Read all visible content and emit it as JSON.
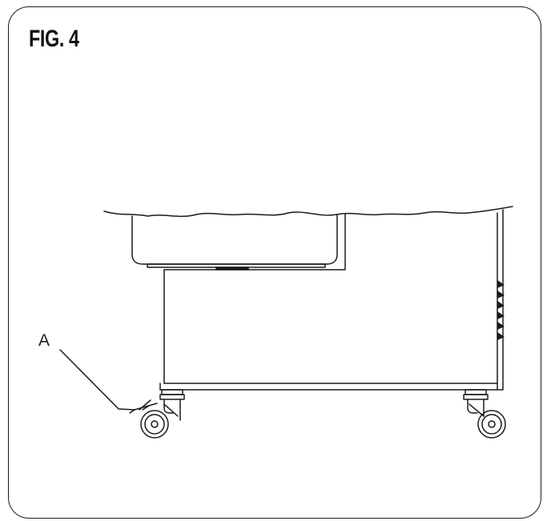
{
  "figure": {
    "title": "FIG. 4",
    "callouts": [
      {
        "id": "A",
        "label": "A"
      }
    ]
  },
  "colors": {
    "line": "#1a1a1a",
    "background": "#ffffff"
  }
}
